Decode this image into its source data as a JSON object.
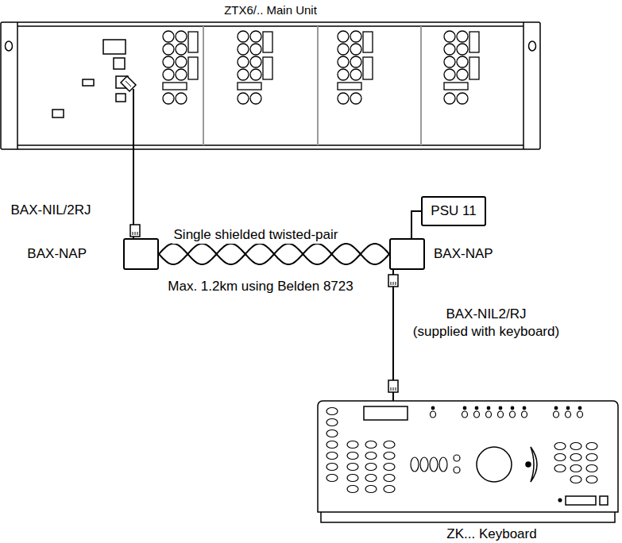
{
  "diagram": {
    "nodes": [
      {
        "text": [
          "ZTX6/.. Main Unit"
        ]
      },
      {
        "text": [
          "BAX-NAP"
        ]
      },
      {
        "text": [
          "BAX-NAP"
        ]
      },
      {
        "text": [
          "PSU 11"
        ]
      },
      {
        "text": [
          "ZK... Keyboard"
        ]
      }
    ],
    "edges": [
      {
        "from": 0,
        "to": 1,
        "label": "BAX-NIL/2RJ",
        "arrow": "none"
      },
      {
        "from": 1,
        "to": 2,
        "label": "Single shielded twisted-pair",
        "arrow": "none"
      },
      {
        "from": 2,
        "to": 3,
        "arrow": "none"
      },
      {
        "from": 2,
        "to": 4,
        "label": "BAX-NIL2/RJ (supplied with keyboard)",
        "arrow": "none"
      }
    ],
    "labels": [
      "Max. 1.2km using Belden 8723"
    ]
  }
}
